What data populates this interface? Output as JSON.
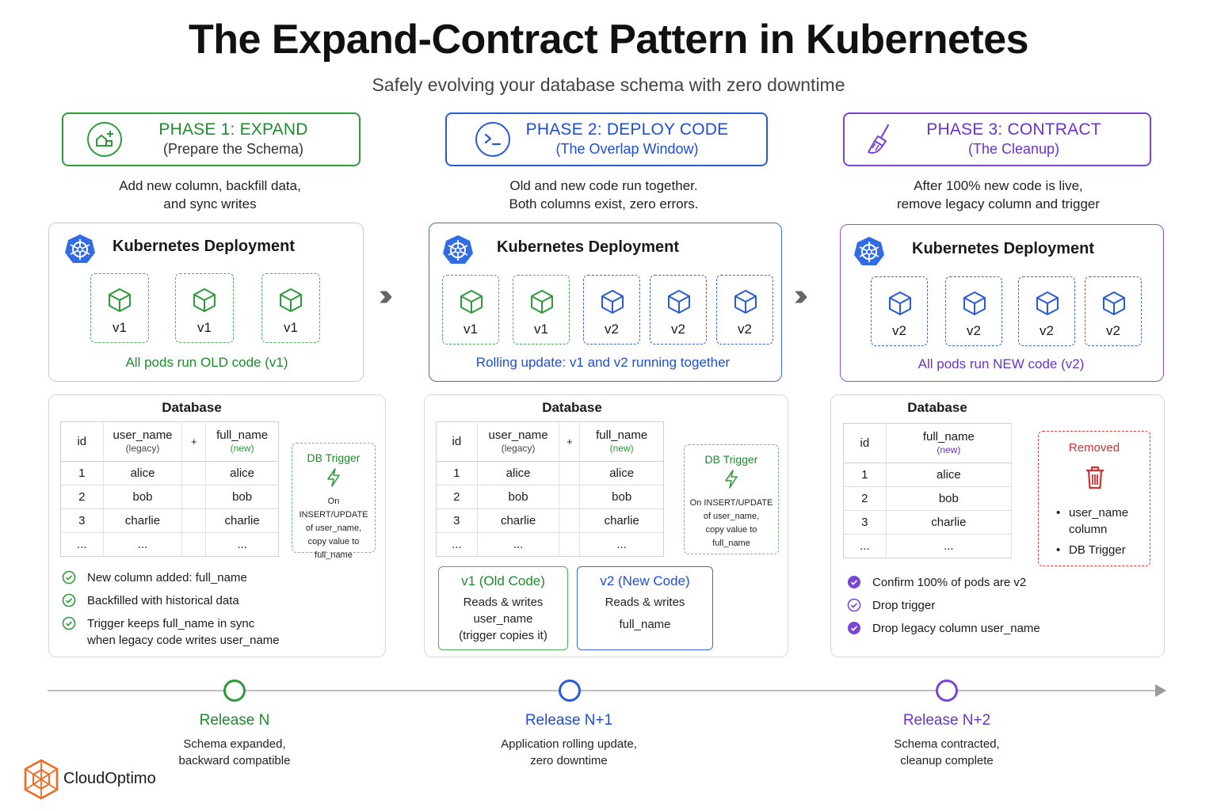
{
  "title": "The Expand-Contract Pattern in Kubernetes",
  "subtitle": "Safely evolving your database schema with zero downtime",
  "colors": {
    "green": "#1f8a2e",
    "blue": "#1f4fd1",
    "purple": "#6b33c9",
    "red": "#d32f2f",
    "orange": "#f26b21"
  },
  "phase1": {
    "title": "PHASE 1: EXPAND",
    "sub": "(Prepare the Schema)",
    "icon": "add-schema-icon",
    "desc1": "Add new column, backfill data,",
    "desc2": "and sync writes",
    "deploy_title": "Kubernetes Deployment",
    "pods": [
      "v1",
      "v1",
      "v1"
    ],
    "deploy_foot": "All pods run OLD code (v1)",
    "db_title": "Database",
    "cols": {
      "id": "id",
      "legacy": "user_name",
      "legacy_note": "(legacy)",
      "plus": "+",
      "new": "full_name",
      "new_note": "(new)"
    },
    "rows": [
      [
        "1",
        "alice",
        "alice"
      ],
      [
        "2",
        "bob",
        "bob"
      ],
      [
        "3",
        "charlie",
        "charlie"
      ],
      [
        "...",
        "...",
        "..."
      ]
    ],
    "trigger": {
      "title": "DB Trigger",
      "l1": "On INSERT/UPDATE",
      "l2": "of user_name,",
      "l3": "copy value to",
      "l4": "full_name"
    },
    "checks": [
      "New column added: full_name",
      "Backfilled with historical data",
      "Trigger keeps full_name in sync",
      "when legacy code writes user_name"
    ]
  },
  "phase2": {
    "title": "PHASE 2: DEPLOY CODE",
    "sub": "(The Overlap Window)",
    "icon": "terminal-icon",
    "desc1": "Old and new code run together.",
    "desc2": "Both columns exist, zero errors.",
    "deploy_title": "Kubernetes Deployment",
    "pods": [
      "v1",
      "v1",
      "v2",
      "v2",
      "v2"
    ],
    "deploy_foot": "Rolling update: v1 and v2 running together",
    "db_title": "Database",
    "cols": {
      "id": "id",
      "legacy": "user_name",
      "legacy_note": "(legacy)",
      "plus": "+",
      "new": "full_name",
      "new_note": "(new)"
    },
    "rows": [
      [
        "1",
        "alice",
        "alice"
      ],
      [
        "2",
        "bob",
        "bob"
      ],
      [
        "3",
        "charlie",
        "charlie"
      ],
      [
        "...",
        "...",
        "..."
      ]
    ],
    "trigger": {
      "title": "DB Trigger",
      "l1": "On INSERT/UPDATE",
      "l2": "of user_name,",
      "l3": "copy value to",
      "l4": "full_name"
    },
    "v1box": {
      "title": "v1 (Old Code)",
      "l1": "Reads & writes",
      "l2": "user_name",
      "l3": "(trigger copies it)"
    },
    "v2box": {
      "title": "v2 (New Code)",
      "l1": "Reads & writes",
      "l2": "full_name"
    }
  },
  "phase3": {
    "title": "PHASE 3: CONTRACT",
    "sub": "(The Cleanup)",
    "icon": "broom-icon",
    "desc1": "After 100% new code is live,",
    "desc2": "remove legacy column and trigger",
    "deploy_title": "Kubernetes Deployment",
    "pods": [
      "v2",
      "v2",
      "v2",
      "v2"
    ],
    "deploy_foot": "All pods run NEW code (v2)",
    "db_title": "Database",
    "cols": {
      "id": "id",
      "new": "full_name",
      "new_note": "(new)"
    },
    "rows": [
      [
        "1",
        "alice"
      ],
      [
        "2",
        "bob"
      ],
      [
        "3",
        "charlie"
      ],
      [
        "...",
        "..."
      ]
    ],
    "removed": {
      "title": "Removed",
      "items": [
        "user_name column",
        "DB Trigger"
      ]
    },
    "checks": [
      "Confirm 100% of pods are v2",
      "Drop trigger",
      "Drop legacy column user_name"
    ]
  },
  "chevrons": "›››",
  "timeline": [
    {
      "title": "Release N",
      "l1": "Schema expanded,",
      "l2": "backward compatible"
    },
    {
      "title": "Release N+1",
      "l1": "Application rolling update,",
      "l2": "zero downtime"
    },
    {
      "title": "Release N+2",
      "l1": "Schema contracted,",
      "l2": "cleanup complete"
    }
  ],
  "brand": {
    "name": "CloudOptimo",
    "icon": "cloudoptimo-logo-icon"
  }
}
